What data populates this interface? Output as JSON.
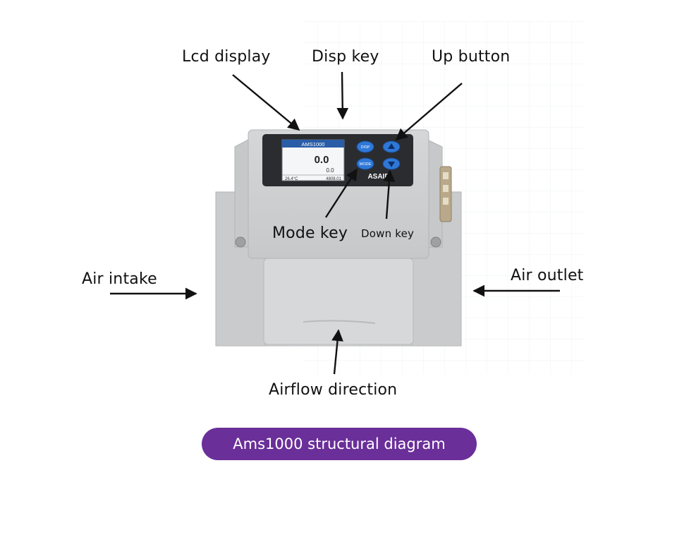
{
  "callouts": {
    "lcd_display": "Lcd display",
    "disp_key": "Disp key",
    "up_button": "Up button",
    "mode_key": "Mode key",
    "down_key": "Down key",
    "air_intake": "Air intake",
    "air_outlet": "Air outlet",
    "airflow_direction": "Airflow direction"
  },
  "device": {
    "model_label": "AMS1000",
    "brand": "ASAIR",
    "reading_main": "0.0",
    "reading_secondary": "0.0",
    "status_left": "26.4°C",
    "status_right": "4808.01",
    "disp_button": "DISP",
    "mode_button": "MODE"
  },
  "banner": {
    "text": "Ams1000 structural diagram"
  },
  "colors": {
    "banner": "#6a2f99",
    "housing": "#d3d5d7",
    "panel": "#2a2c30",
    "button": "#2f78d8"
  }
}
